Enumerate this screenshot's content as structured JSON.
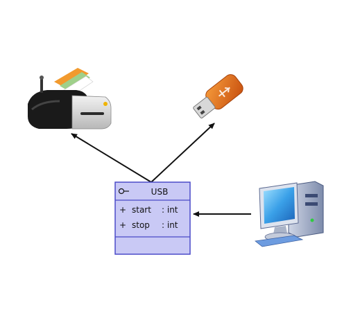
{
  "uml_class": {
    "name": "USB",
    "visibility_icon": "interface-lollipop-icon",
    "attributes": [
      {
        "visibility": "+",
        "name": "start",
        "type": ": int"
      },
      {
        "visibility": "+",
        "name": "stop",
        "type": ": int"
      }
    ],
    "fill_color": "#c9c9f5",
    "border_color": "#4a4ac8"
  },
  "devices": {
    "printer": "printer-icon",
    "usb_drive": "usb-flash-drive-icon",
    "computer": "desktop-computer-icon"
  },
  "colors": {
    "arrow": "#111111",
    "printer_body": "#1a1a1a",
    "usb_drive": "#e8731e",
    "computer_screen": "#3aa0e8"
  }
}
